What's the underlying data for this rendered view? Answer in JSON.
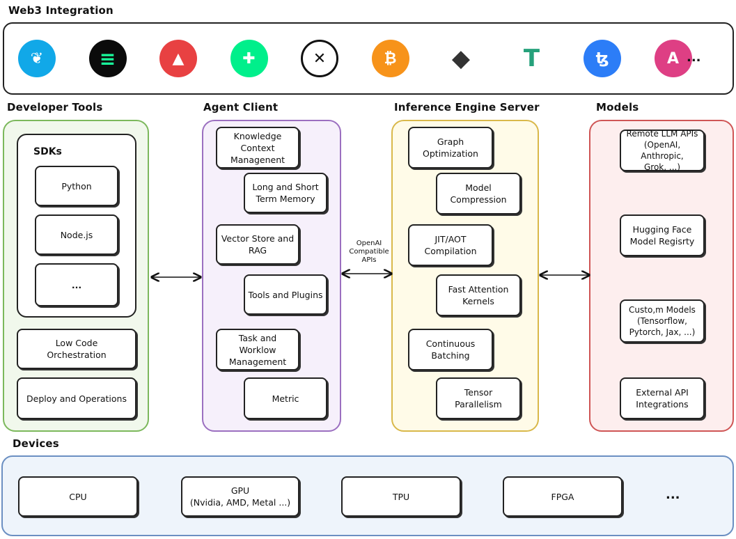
{
  "web3": {
    "title": "Web3 Integration",
    "coins": [
      {
        "icon": "eliza-icon",
        "color": "#11a8e8",
        "glyph": "❦"
      },
      {
        "icon": "solana-icon",
        "color": "#0b0b0b",
        "glyph": "≡"
      },
      {
        "icon": "avalanche-icon",
        "color": "#e84142",
        "glyph": "▲"
      },
      {
        "icon": "flow-icon",
        "color": "#00ef8b",
        "glyph": "✚"
      },
      {
        "icon": "0x-icon",
        "color": "#ffffff",
        "glyph": "✕"
      },
      {
        "icon": "bitcoin-icon",
        "color": "#f7931a",
        "glyph": "₿"
      },
      {
        "icon": "ethereum-icon",
        "color": "#ffffff",
        "glyph": "◆"
      },
      {
        "icon": "tether-icon",
        "color": "#ffffff",
        "glyph": "T"
      },
      {
        "icon": "tezos-icon",
        "color": "#2c7df7",
        "glyph": "ꜩ"
      },
      {
        "icon": "cardano-ada-icon",
        "color": "#de3f84",
        "glyph": "A"
      }
    ],
    "more": "..."
  },
  "developer_tools": {
    "title": "Developer Tools",
    "sdks_title": "SDKs",
    "sdks": [
      "Python",
      "Node.js",
      "..."
    ],
    "low_code": "Low Code\nOrchestration",
    "deploy": "Deploy and Operations"
  },
  "agent_client": {
    "title": "Agent Client",
    "items": [
      "Knowledge\nContext\nManagenent",
      "Long and Short\nTerm Memory",
      "Vector Store and\nRAG",
      "Tools and Plugins",
      "Task and\nWorklow\nManagement",
      "Metric"
    ]
  },
  "connector": {
    "label": "OpenAI\nCompatible\nAPIs"
  },
  "inference": {
    "title": "Inference Engine Server",
    "items": [
      "Graph\nOptimization",
      "Model\nCompression",
      "JIT/AOT\nCompilation",
      "Fast Attention\nKernels",
      "Continuous\nBatching",
      "Tensor Parallelism"
    ]
  },
  "models": {
    "title": "Models",
    "items": [
      "Remote LLM APIs\n(OpenAI, Anthropic,\nGrok, ...)",
      "Hugging Face\nModel Regisrty",
      "Custo,m Models\n(Tensorflow,\nPytorch, Jax, ...)",
      "External API\nIntegrations"
    ]
  },
  "devices": {
    "title": "Devices",
    "items": [
      "CPU",
      "GPU\n(Nvidia, AMD, Metal ...)",
      "TPU",
      "FPGA"
    ],
    "more": "..."
  },
  "colors": {
    "developer_border": "#7cb85c",
    "developer_fill": "#f1f8ec",
    "agent_border": "#9b6fc0",
    "agent_fill": "#f6f0fb",
    "inference_border": "#d9b84a",
    "inference_fill": "#fffbe8",
    "models_border": "#cf5555",
    "models_fill": "#fdeeee",
    "devices_border": "#6b8fc2",
    "devices_fill": "#eef4fb"
  }
}
